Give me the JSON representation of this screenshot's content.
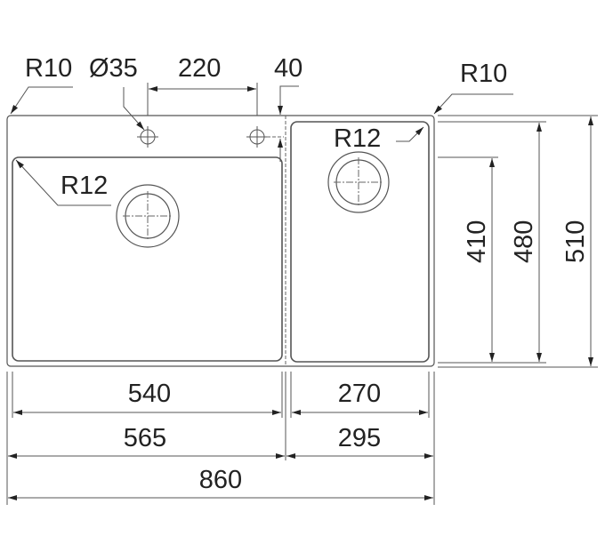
{
  "labels": {
    "r10_left": "R10",
    "tap_hole_diameter": "Ø35",
    "tap_hole_spacing": "220",
    "tap_hole_offset": "40",
    "r10_right": "R10",
    "r12_right": "R12",
    "r12_left": "R12",
    "height_small_bowl": "410",
    "height_bowl": "480",
    "height_total": "510",
    "width_main_bowl": "540",
    "width_small_bowl": "270",
    "width_main_section": "565",
    "width_small_section": "295",
    "width_total": "860"
  },
  "colors": {
    "line": "#555555",
    "text": "#222222"
  }
}
